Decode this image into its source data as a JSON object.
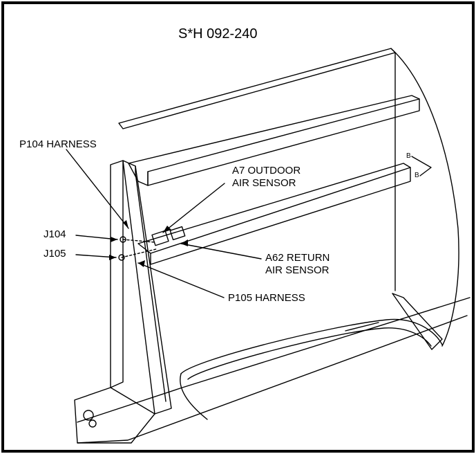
{
  "title": "S*H 092-240",
  "labels": {
    "p104_harness": "P104 HARNESS",
    "j104": "J104",
    "j105": "J105",
    "a7_line1": "A7 OUTDOOR",
    "a7_line2": "AIR SENSOR",
    "a62_line1": "A62 RETURN",
    "a62_line2": "AIR SENSOR",
    "p105_harness": "P105 HARNESS",
    "section_mark_1": "B",
    "section_mark_2": "B"
  }
}
